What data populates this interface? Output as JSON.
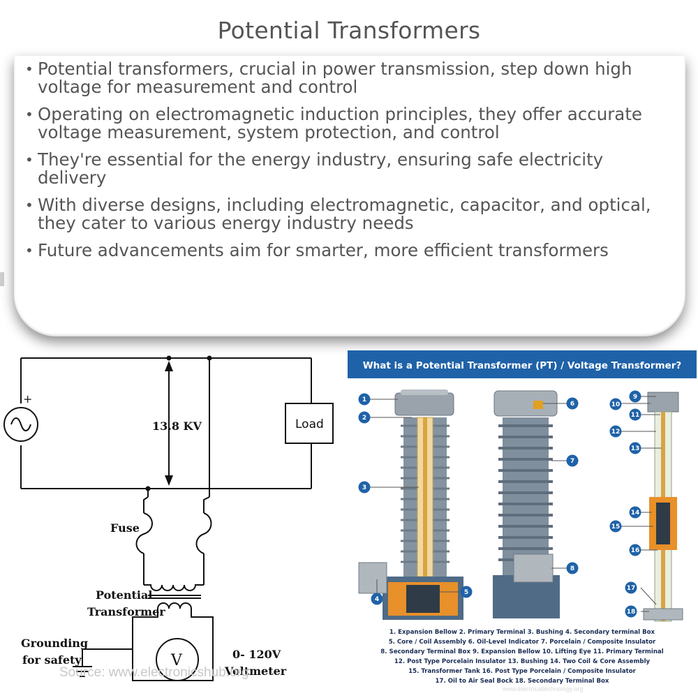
{
  "title": "Potential Transformers",
  "bullets": [
    "Potential transformers, crucial in power transmission, step down high voltage for measurement and control",
    "Operating on electromagnetic induction principles, they offer accurate voltage measurement, system protection, and control",
    "They're essential for the energy industry, ensuring safe electricity delivery",
    "With diverse designs, including electromagnetic, capacitor, and optical, they cater to various energy industry needs",
    "Future advancements aim for smarter, more efficient transformers"
  ],
  "schematic": {
    "voltage": "13.8 KV",
    "load": "Load",
    "fuse": "Fuse",
    "pt_line1": "Potential",
    "pt_line2": "Transformer",
    "ground_line1": "Grounding",
    "ground_line2": "for safety",
    "voltmeter_range": "0- 120V",
    "voltmeter_label": "Voltmeter",
    "voltmeter_symbol": "V",
    "plus_sign": "+"
  },
  "pt_figure": {
    "heading": "What is a Potential Transformer (PT) / Voltage Transformer?",
    "callouts": [
      "1",
      "2",
      "3",
      "4",
      "5",
      "6",
      "7",
      "8",
      "9",
      "10",
      "11",
      "12",
      "13",
      "14",
      "15",
      "16",
      "17",
      "18"
    ],
    "legend": [
      "1. Expansion Bellow   2. Primary Terminal   3. Bushing   4. Secondary terminal Box",
      "5. Core / Coil Assembly   6. Oil-Level Indicator   7. Porcelain / Composite Insulator",
      "8. Secondary Terminal Box   9. Expansion Bellow   10. Lifting Eye   11. Primary Terminal",
      "12. Post Type Porcelain Insulator   13. Bushing   14. Two Coil & Core Assembly",
      "15. Transformer Tank   16. Post Type Porcelain / Composite Insulator",
      "17. Oil to Air Seal Bock   18. Secondary Terminal Box"
    ],
    "watermark": "www.electricaltechnology.org"
  },
  "credit": "Source: www.electronicshub.org",
  "colors": {
    "heading_bg": "#1f62a8",
    "callout": "#1f62a8",
    "insulator": "#7f8f9e",
    "tank": "#4f6b86",
    "coil": "#e8902a"
  }
}
